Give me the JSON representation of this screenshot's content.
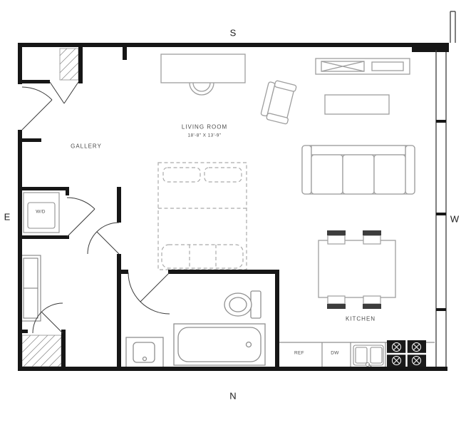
{
  "compass": {
    "south": "S",
    "north": "N",
    "east": "E",
    "west": "W"
  },
  "labels": {
    "gallery": "GALLERY",
    "living_room": "LIVING ROOM",
    "living_room_dimensions": "18'-8\" X 13'-9\"",
    "kitchen": "KITCHEN",
    "washer_dryer": "W/D",
    "refrigerator": "REF",
    "dishwasher": "DW"
  },
  "colors": {
    "background": "#ffffff",
    "walls": "#161616",
    "furniture_lines": "#9e9e9e",
    "fixture_lines": "#8f8f8f",
    "door_lines": "#3a3a3a",
    "label_text": "#4a4a4a",
    "compass_text": "#1c1c1c"
  }
}
